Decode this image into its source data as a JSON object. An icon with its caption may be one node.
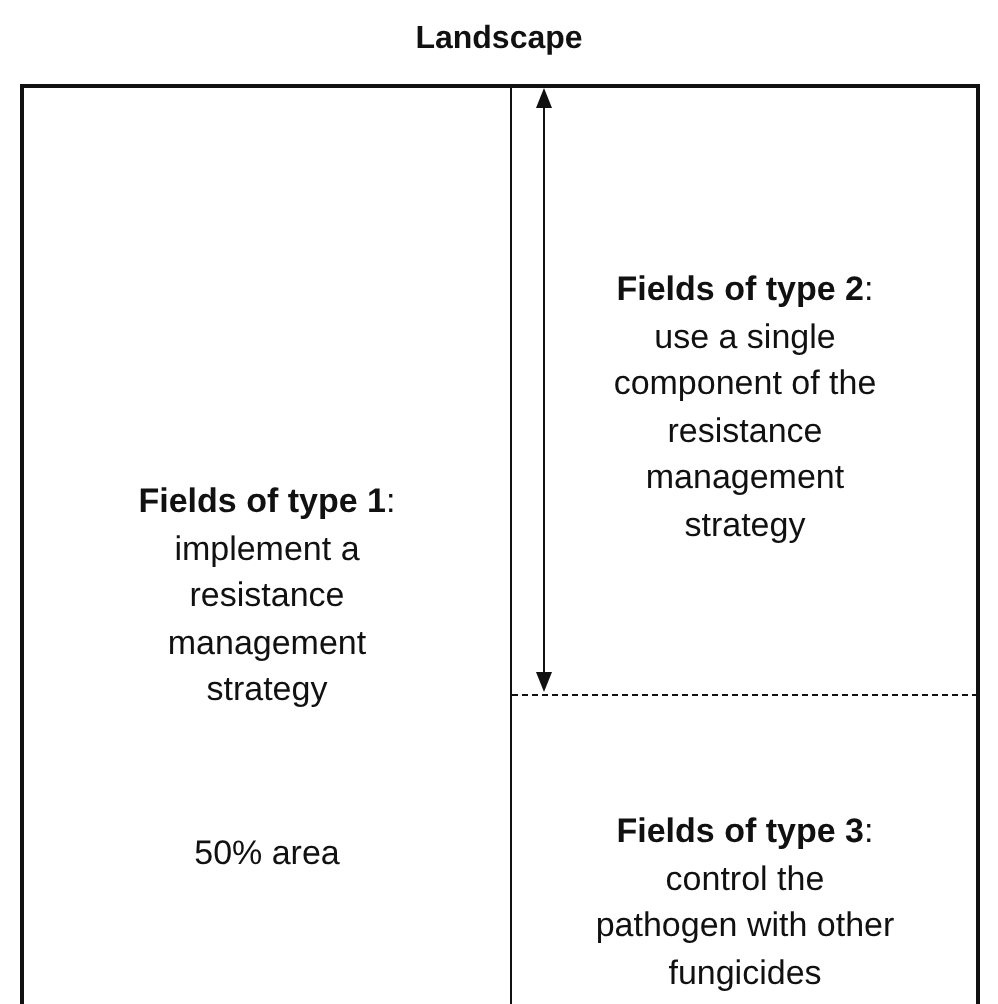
{
  "diagram": {
    "nodes": [
      {
        "text": [
          "Landscape"
        ]
      },
      {
        "text": [
          "**Fields of type 1**: implement a resistance management strategy",
          "50% area"
        ],
        "in": 0
      },
      {
        "text": [
          "**Fields of type 2**: use a single component of the resistance management strategy"
        ],
        "in": 0
      },
      {
        "text": [
          "**Fields of type 3**: control the pathogen with other fungicides"
        ],
        "in": 0
      }
    ]
  }
}
